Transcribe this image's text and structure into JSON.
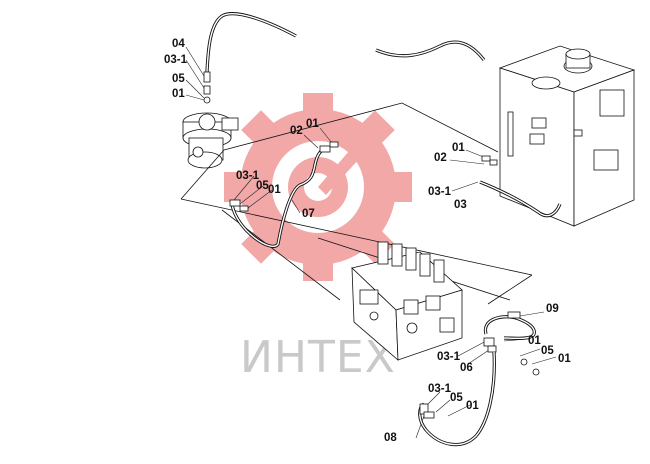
{
  "watermark": {
    "text": "ИНТЕХ",
    "color": "#e83a3a"
  },
  "labels": {
    "l04_top": "04",
    "l031_top": "03-1",
    "l05_top": "05",
    "l01_top": "01",
    "l02_mid": "02",
    "l01_mid": "01",
    "l031_left": "03-1",
    "l05_left": "05",
    "l01_left": "01",
    "l07": "07",
    "l01_tank": "01",
    "l02_tank": "02",
    "l031_tank": "03-1",
    "l03_tank": "03",
    "l09": "09",
    "l01_valve": "01",
    "l05_valve": "05",
    "l01_valve2": "01",
    "l031_valve": "03-1",
    "l06": "06",
    "l031_bottom": "03-1",
    "l05_bottom": "05",
    "l01_bottom": "01",
    "l08": "08"
  }
}
